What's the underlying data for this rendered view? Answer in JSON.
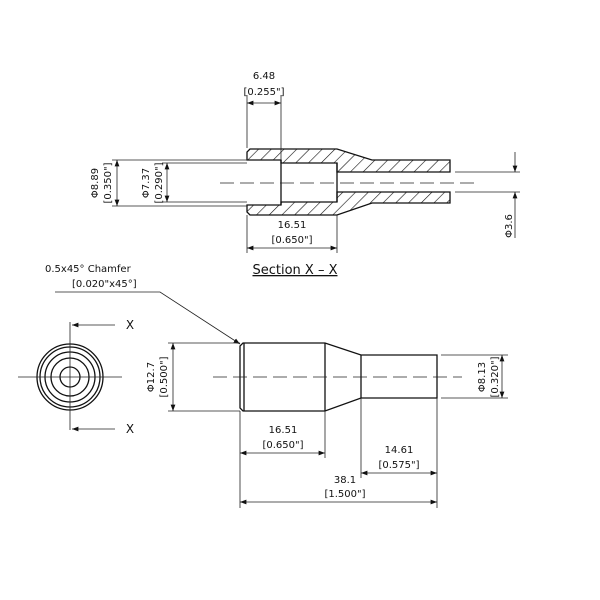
{
  "section_view": {
    "title": "Section X – X",
    "counterbore_length": {
      "mm": "6.48",
      "in": "[0.255\"]"
    },
    "counterbore_dia": {
      "mm": "Φ8.89",
      "in": "[0.350\"]"
    },
    "bore_dia": {
      "mm": "Φ7.37",
      "in": "[0.290\"]"
    },
    "bore_depth": {
      "mm": "16.51",
      "in": "[0.650\"]"
    },
    "hole_dia": {
      "mm": "Φ3.6"
    }
  },
  "end_view": {
    "section_mark_top": "X",
    "section_mark_bottom": "X"
  },
  "side_view": {
    "chamfer": {
      "mm": "0.5x45° Chamfer",
      "in": "[0.020\"x45°]"
    },
    "body_dia": {
      "mm": "Φ12.7",
      "in": "[0.500\"]"
    },
    "tip_dia": {
      "mm": "Φ8.13",
      "in": "[0.320\"]"
    },
    "body_length": {
      "mm": "16.51",
      "in": "[0.650\"]"
    },
    "tip_length": {
      "mm": "14.61",
      "in": "[0.575\"]"
    },
    "overall_length": {
      "mm": "38.1",
      "in": "[1.500\"]"
    }
  }
}
